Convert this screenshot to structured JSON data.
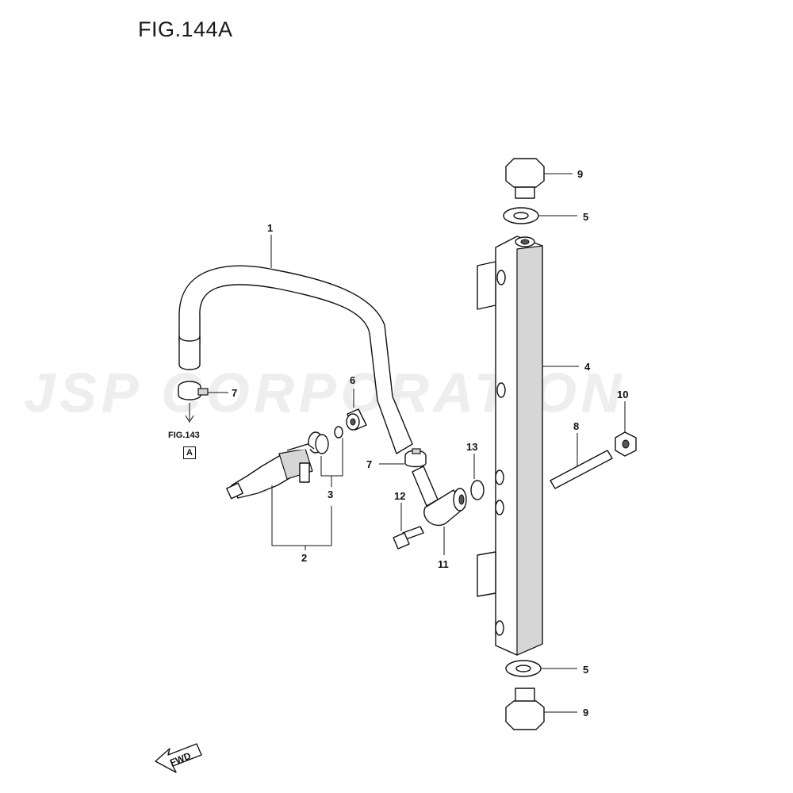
{
  "figure": {
    "title": "FIG.144A",
    "watermark": "JSP CORPORATION",
    "reference": {
      "fig_label": "FIG.143",
      "box_letter": "A"
    },
    "direction_label": "FWD"
  },
  "callouts": {
    "hose": "1",
    "injector_assy": "2",
    "o_ring_set": "3",
    "fuel_rail": "4",
    "washer_top": "5",
    "washer_bottom": "5",
    "cap": "6",
    "clamp_left": "7",
    "clamp_center": "7",
    "stud": "8",
    "bolt_top": "9",
    "bolt_bottom": "9",
    "nut": "10",
    "fitting": "11",
    "fitting_bolt": "12",
    "fitting_o_ring": "13"
  },
  "colors": {
    "line": "#111111",
    "shade": "#d6d6d6",
    "watermark": "#eeeeee"
  }
}
